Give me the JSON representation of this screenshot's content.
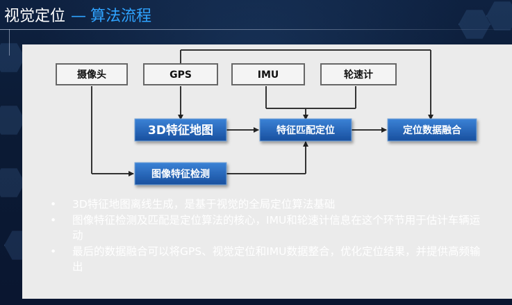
{
  "title": {
    "main": "视觉定位",
    "separator": "—",
    "sub": "算法流程"
  },
  "diagram": {
    "inputs": [
      "摄像头",
      "GPS",
      "IMU",
      "轮速计"
    ],
    "map_node": "3D特征地图",
    "match_node": "特征匹配定位",
    "fusion_node": "定位数据融合",
    "detect_node": "图像特征检测"
  },
  "bullets": [
    "3D特征地图离线生成，是基于视觉的全局定位算法基础",
    "图像特征检测及匹配是定位算法的核心，IMU和轮速计信息在这个环节用于估计车辆运动",
    "最后的数据融合可以将GPS、视觉定位和IMU数据整合，优化定位结果，并提供高频输出"
  ],
  "colors": {
    "accent": "#2fa3ff",
    "panel": "#ebebeb",
    "node_blue": "#1f5fb8"
  }
}
